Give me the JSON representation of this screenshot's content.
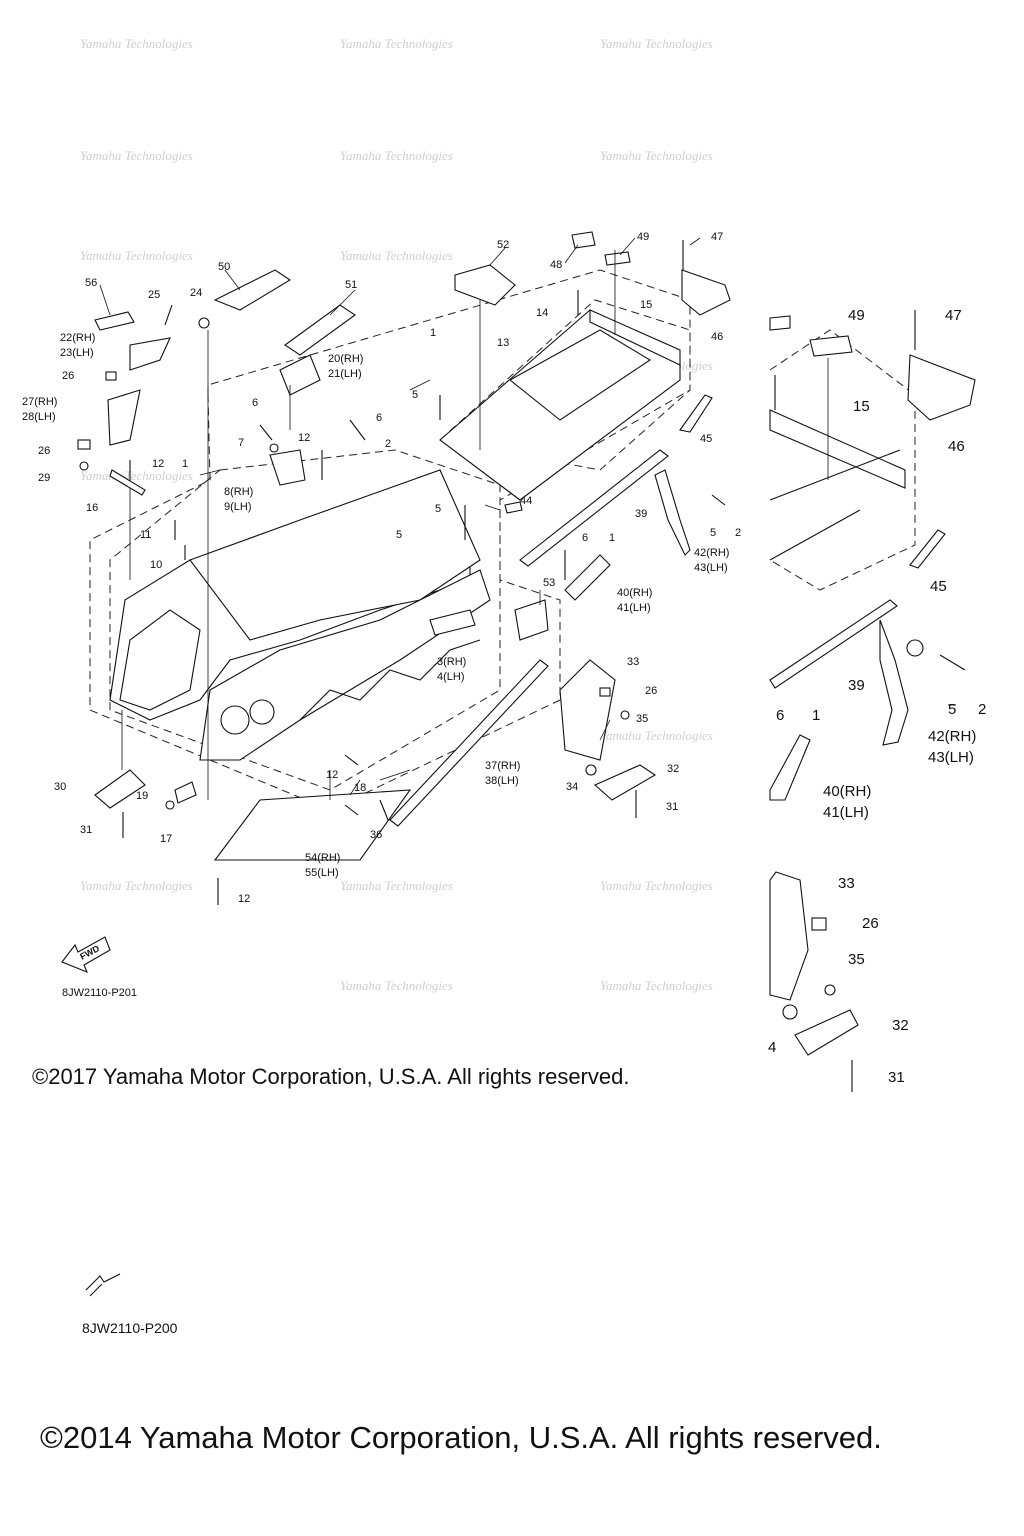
{
  "diagram": {
    "code_main": "8JW2110-P201",
    "code_secondary": "8JW2110-P200",
    "copyright_main": "©2017 Yamaha Motor Corporation, U.S.A. All rights reserved.",
    "copyright_secondary": "©2014 Yamaha Motor Corporation, U.S.A. All rights reserved.",
    "fwd_label": "FWD",
    "labels": {
      "l1": "1",
      "l2": "2",
      "l5": "5",
      "l6": "6",
      "l7": "7",
      "l10": "10",
      "l11": "11",
      "l12": "12",
      "l13": "13",
      "l14": "14",
      "l15": "15",
      "l16": "16",
      "l17": "17",
      "l18": "18",
      "l19": "19",
      "l20": "20(RH)",
      "l21": "21(LH)",
      "l22": "22(RH)",
      "l23": "23(LH)",
      "l24": "24",
      "l25": "25",
      "l26": "26",
      "l27": "27(RH)",
      "l28": "28(LH)",
      "l29": "29",
      "l30": "30",
      "l31": "31",
      "l32": "32",
      "l33": "33",
      "l34": "34",
      "l35": "35",
      "l36": "36",
      "l37": "37(RH)",
      "l38": "38(LH)",
      "l39": "39",
      "l40": "40(RH)",
      "l41": "41(LH)",
      "l42": "42(RH)",
      "l43": "43(LH)",
      "l44": "44",
      "l45": "45",
      "l46": "46",
      "l47": "47",
      "l48": "48",
      "l49": "49",
      "l50": "50",
      "l51": "51",
      "l52": "52",
      "l53": "53",
      "l54": "54(RH)",
      "l55": "55(LH)",
      "l56": "56",
      "l3": "3(RH)",
      "l4": "4(LH)",
      "l8": "8(RH)",
      "l9": "9(LH)",
      "l4b": "4"
    },
    "watermark": "Yamaha Technologies"
  }
}
